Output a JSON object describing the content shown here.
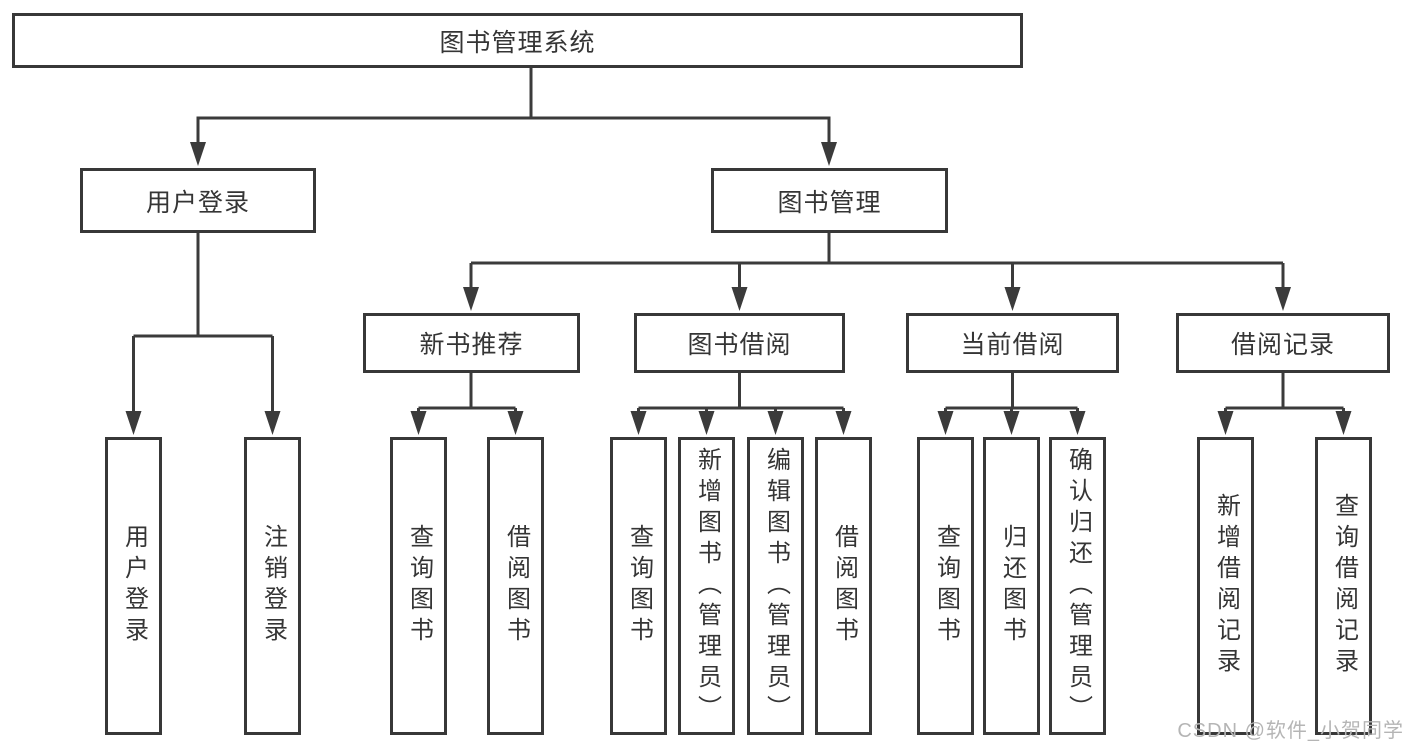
{
  "nodes": {
    "root": "图书管理系统",
    "user_login": "用户登录",
    "book_management": "图书管理",
    "new_book_recommend": "新书推荐",
    "book_borrow": "图书借阅",
    "current_borrow": "当前借阅",
    "borrow_record": "借阅记录",
    "leaf_user_login": "用户登录",
    "leaf_logout": "注销登录",
    "leaf_query_books_recommend": "查询图书",
    "leaf_borrow_books_recommend": "借阅图书",
    "leaf_query_books_borrow": "查询图书",
    "leaf_add_book_admin": "新增图书（管理员）",
    "leaf_edit_book_admin": "编辑图书（管理员）",
    "leaf_borrow_books_borrow": "借阅图书",
    "leaf_query_books_current": "查询图书",
    "leaf_return_books": "归还图书",
    "leaf_confirm_return_admin": "确认归还（管理员）",
    "leaf_add_borrow_record": "新增借阅记录",
    "leaf_query_borrow_record": "查询借阅记录"
  },
  "hierarchy": {
    "图书管理系统": {
      "用户登录": [
        "用户登录",
        "注销登录"
      ],
      "图书管理": {
        "新书推荐": [
          "查询图书",
          "借阅图书"
        ],
        "图书借阅": [
          "查询图书",
          "新增图书（管理员）",
          "编辑图书（管理员）",
          "借阅图书"
        ],
        "当前借阅": [
          "查询图书",
          "归还图书",
          "确认归还（管理员）"
        ],
        "借阅记录": [
          "新增借阅记录",
          "查询借阅记录"
        ]
      }
    }
  },
  "watermark": {
    "text": "CSDN @软件_小贺同学"
  },
  "colors": {
    "line": "#3b3b3b",
    "box_border": "#383838",
    "text": "#353535",
    "background": "#ffffff",
    "watermark": "#b5b5b5"
  }
}
